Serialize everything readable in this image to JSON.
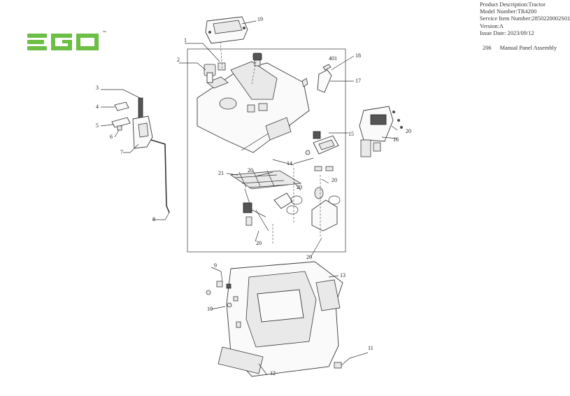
{
  "brand": {
    "name": "EGO",
    "tm": "™",
    "color": "#6cbe45"
  },
  "info": {
    "product_description": "Product Description:Tractor",
    "model_number": "Model Number:TR4200",
    "service_item_number": "Service Item Number:2850220002S01",
    "version": "Version:A",
    "issue_date": "Issue Date: 2023/09/12"
  },
  "assembly": {
    "code": "206",
    "name": "Manual Panel Assembly"
  },
  "callouts": {
    "c1": "1",
    "c2": "2",
    "c3": "3",
    "c4": "4",
    "c5": "5",
    "c6": "6",
    "c7": "7",
    "c8": "8",
    "c9": "9",
    "c10": "10",
    "c11": "11",
    "c12": "12",
    "c13": "13",
    "c14": "14",
    "c15": "15",
    "c16": "16",
    "c17": "17",
    "c18": "18",
    "c19": "19",
    "c401": "401",
    "c20": "20",
    "c21": "21"
  }
}
